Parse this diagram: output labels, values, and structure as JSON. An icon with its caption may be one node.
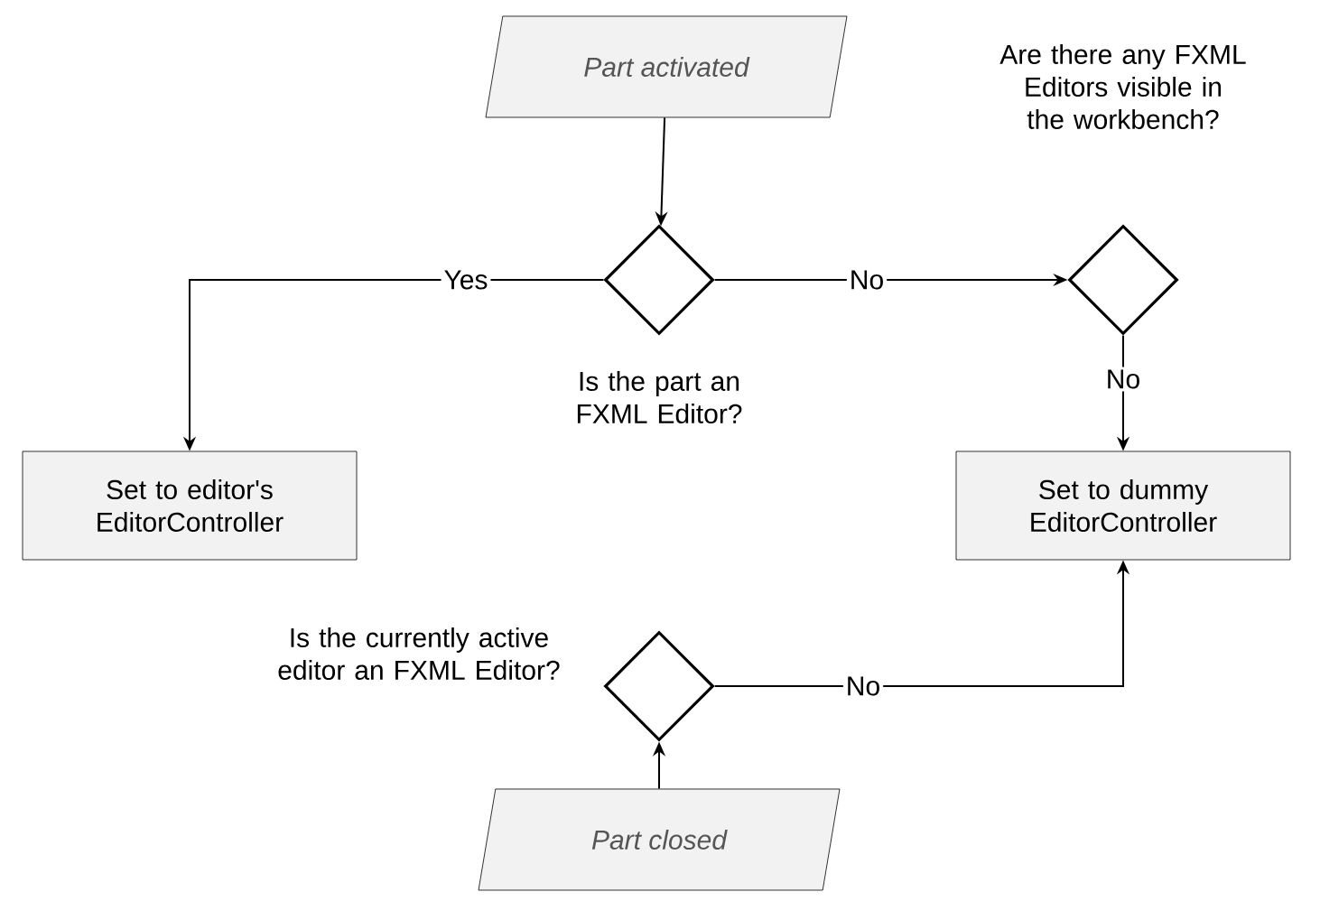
{
  "diagram": {
    "nodes": [
      {
        "text": [
          "Part activated"
        ]
      },
      {
        "text": [],
        "shape": "diamond",
        "beside": [
          "Is the part an FXML Editor?"
        ]
      },
      {
        "text": [],
        "shape": "diamond",
        "beside": [
          "Are there any FXML Editors visible in the workbench?"
        ]
      },
      {
        "text": [
          "Set to editor's EditorController"
        ]
      },
      {
        "text": [
          "Set to dummy EditorController"
        ]
      },
      {
        "text": [],
        "shape": "diamond",
        "beside": [
          "Is the currently active editor an FXML Editor?"
        ]
      },
      {
        "text": [
          "Part closed"
        ]
      }
    ],
    "edges": [
      {
        "from": 0,
        "to": 1,
        "arrow": "to"
      },
      {
        "from": 1,
        "to": 3,
        "arrow": "to",
        "label": "Yes"
      },
      {
        "from": 1,
        "to": 2,
        "arrow": "to",
        "label": "No"
      },
      {
        "from": 2,
        "to": 4,
        "arrow": "to",
        "label": "No"
      },
      {
        "from": 5,
        "to": 4,
        "arrow": "to",
        "label": "No"
      },
      {
        "from": 6,
        "to": 5,
        "arrow": "to"
      }
    ]
  }
}
